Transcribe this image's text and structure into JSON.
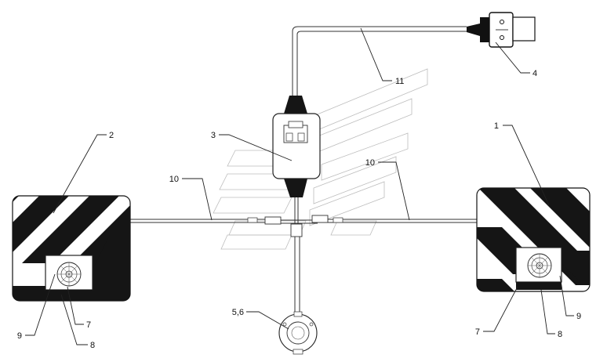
{
  "callouts": {
    "c1": "1",
    "c2": "2",
    "c3": "3",
    "c4": "4",
    "c56": "5,6",
    "c7_left": "7",
    "c7_right": "7",
    "c8_left": "8",
    "c8_right": "8",
    "c9_left": "9",
    "c9_right": "9",
    "c10_left": "10",
    "c10_right": "10",
    "c11": "11"
  },
  "colors": {
    "ink": "#111111",
    "watermark": "#bdbdbd",
    "panel_bg": "#ffffff"
  }
}
